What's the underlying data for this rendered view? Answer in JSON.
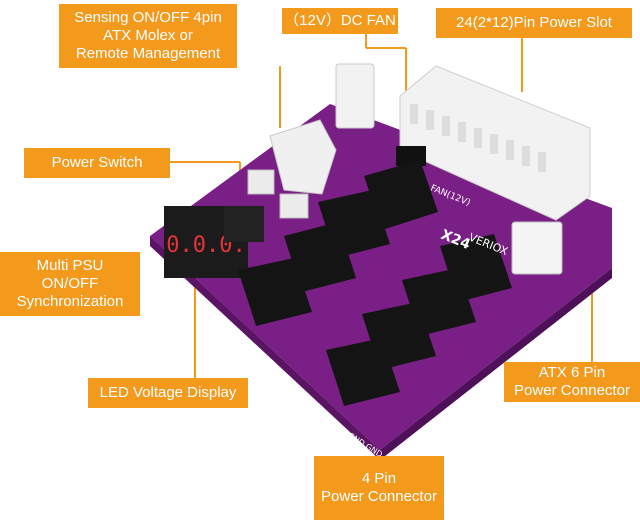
{
  "labels": {
    "sensing": [
      "Sensing ON/OFF 4pin",
      "ATX Molex or",
      "Remote Management"
    ],
    "dc_fan": [
      "（12V）DC FAN"
    ],
    "power_slot": [
      "24(2*12)Pin Power Slot"
    ],
    "power_switch": [
      "Power Switch"
    ],
    "multi_psu": [
      "Multi PSU",
      "ON/OFF",
      "Synchronization"
    ],
    "led_display": [
      "LED Voltage Display"
    ],
    "atx6": [
      "ATX 6 Pin",
      "Power Connector"
    ],
    "pin4": [
      "4 Pin",
      "Power Connector"
    ]
  },
  "board": {
    "silkscreen_fan": "FAN(12V)",
    "silkscreen_model": "X24",
    "silkscreen_verio": "VERIOX",
    "connector_pinout": "+5U GND GND +12U",
    "led_digits": "0.0.0."
  },
  "colors": {
    "label_bg": "#f39a1d",
    "pcb": "#7a1f86",
    "connector": "#141414",
    "slot": "#f2f2f2"
  }
}
